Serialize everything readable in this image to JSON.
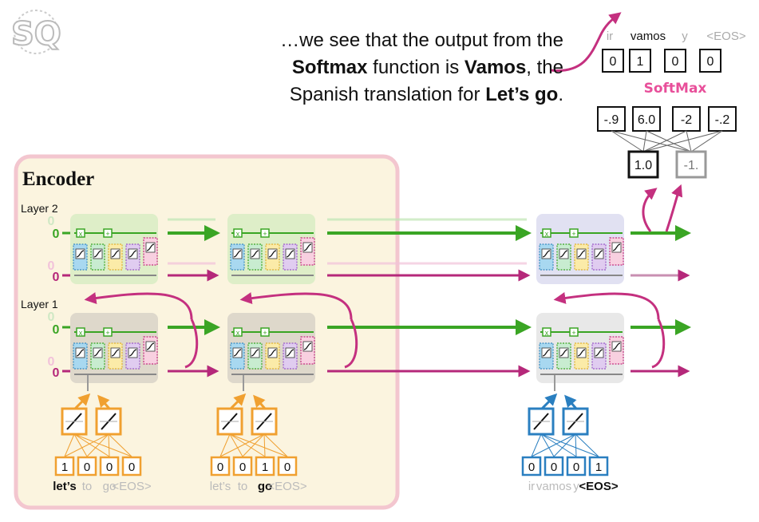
{
  "caption": {
    "part1": "…we see that the output from the",
    "bold_softmax": "Softmax",
    "part2": " function is ",
    "bold_vamos": "Vamos",
    "part3": ", the",
    "part4": "Spanish translation for ",
    "bold_letsgo": "Let’s go",
    "part5": "."
  },
  "logo_text": "SQ",
  "encoder_title": "Encoder",
  "layer2_label": "Layer 2",
  "layer1_label": "Layer 1",
  "state_zero": "0",
  "gate_times": "x",
  "gate_plus": "+",
  "softmax_label": "SoftMax",
  "output_tokens": [
    "ir",
    "vamos",
    "y",
    "<EOS>"
  ],
  "output_values": [
    "0",
    "1",
    "0",
    "0"
  ],
  "softmax_inputs": [
    "-.9",
    "6.0",
    "-2",
    "-.2"
  ],
  "fc_values": [
    "1.0",
    "-1."
  ],
  "input_groups": [
    {
      "onehot": [
        "1",
        "0",
        "0",
        "0"
      ],
      "words": [
        "let’s",
        "to",
        "go",
        "<EOS>"
      ],
      "active": 0
    },
    {
      "onehot": [
        "0",
        "0",
        "1",
        "0"
      ],
      "words": [
        "let’s",
        "to",
        "go",
        "<EOS>"
      ],
      "active": 2
    },
    {
      "onehot": [
        "0",
        "0",
        "0",
        "1"
      ],
      "words": [
        "ir",
        "vamos",
        "y",
        "<EOS>"
      ],
      "active": 3
    }
  ],
  "colors": {
    "green": "#3aa524",
    "magenta": "#b5287a",
    "pink_arrow": "#c4307f",
    "orange": "#f0a030",
    "blue": "#2a7fc0",
    "encoder_bg": "#fbf4df",
    "encoder_border": "#f3c6cf",
    "softmax_pink": "#e84f9a"
  }
}
